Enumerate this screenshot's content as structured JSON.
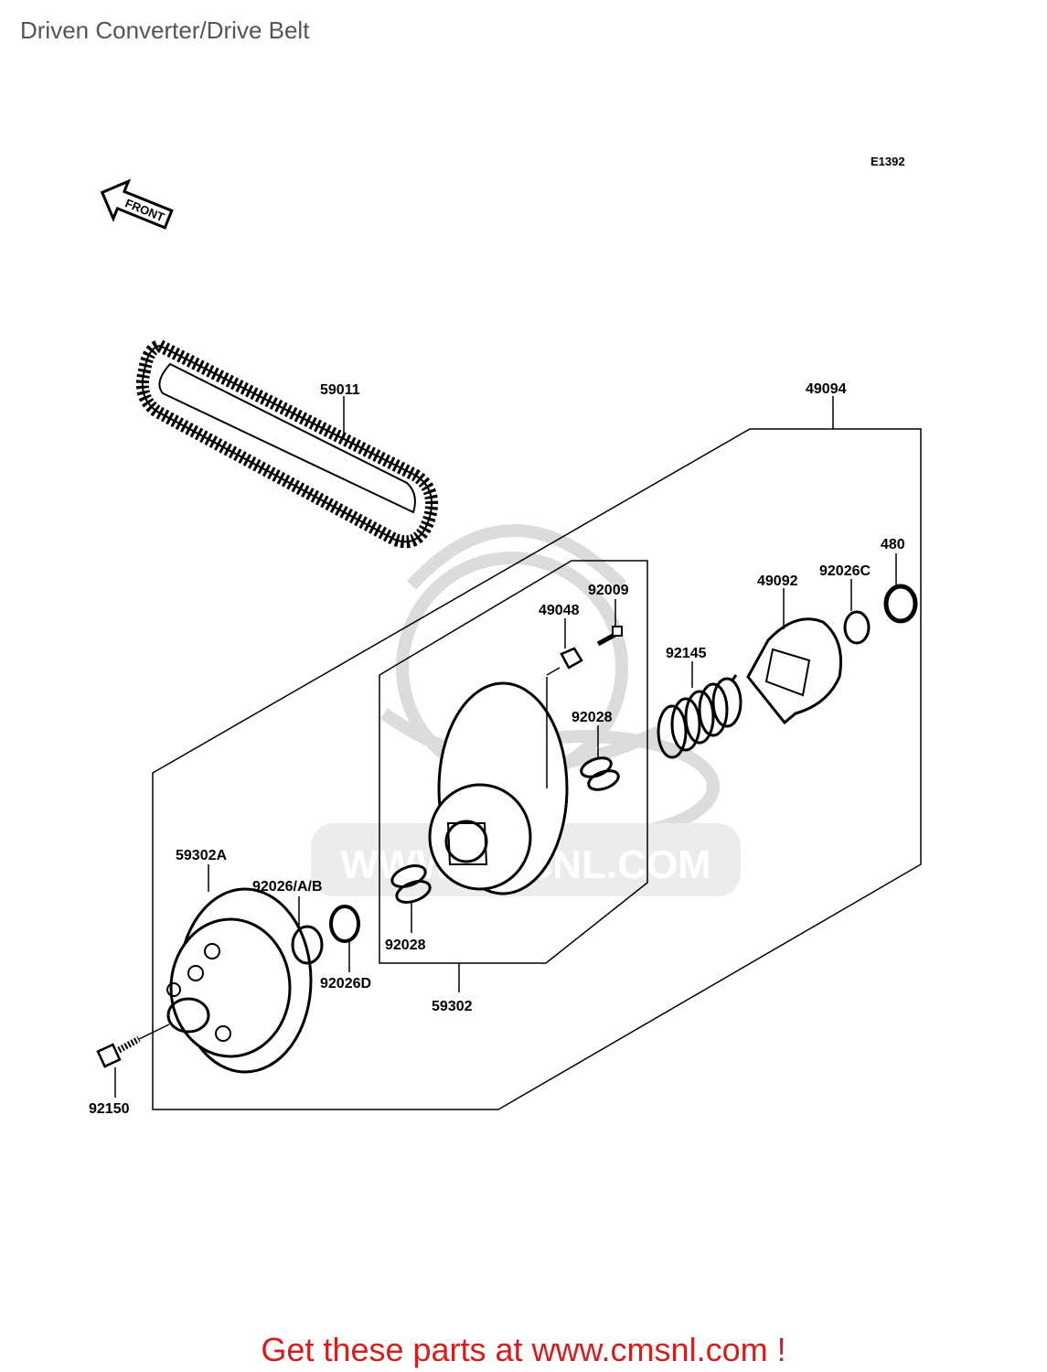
{
  "header": {
    "title": "Driven Converter/Drive Belt"
  },
  "diagram": {
    "code": "E1392",
    "front_marker": "FRONT",
    "watermark": "WWW.CMSNL.COM",
    "parts": [
      {
        "id": "belt",
        "number": "59011"
      },
      {
        "id": "converter-assy",
        "number": "49094"
      },
      {
        "id": "snap-ring",
        "number": "480"
      },
      {
        "id": "washer-c",
        "number": "92026C"
      },
      {
        "id": "cam",
        "number": "49092"
      },
      {
        "id": "screw",
        "number": "92009"
      },
      {
        "id": "weight",
        "number": "49048"
      },
      {
        "id": "spring",
        "number": "92145"
      },
      {
        "id": "bushing-upper",
        "number": "92028"
      },
      {
        "id": "sheave-a",
        "number": "59302A"
      },
      {
        "id": "washer-ab",
        "number": "92026/A/B"
      },
      {
        "id": "washer-d",
        "number": "92026D"
      },
      {
        "id": "bushing-lower",
        "number": "92028"
      },
      {
        "id": "sheave-assy",
        "number": "59302"
      },
      {
        "id": "bolt",
        "number": "92150"
      }
    ]
  },
  "footer": {
    "promo": "Get these parts at www.cmsnl.com !"
  },
  "colors": {
    "promo": "#d41e1e",
    "title": "#555555",
    "watermark": "#dcdcdc"
  }
}
